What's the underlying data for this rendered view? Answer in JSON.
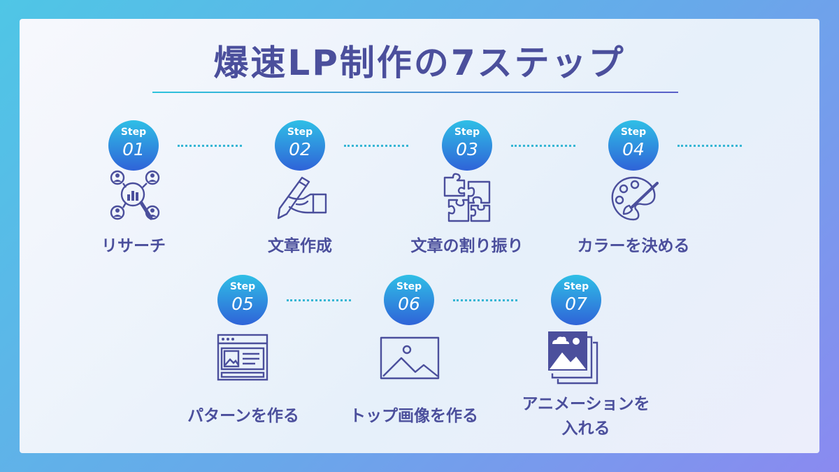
{
  "title": "爆速LP制作の7ステップ",
  "steps": [
    {
      "step_label": "Step",
      "number": "01",
      "label": "リサーチ",
      "icon": "research-magnifier-icon"
    },
    {
      "step_label": "Step",
      "number": "02",
      "label": "文章作成",
      "icon": "hand-pen-icon"
    },
    {
      "step_label": "Step",
      "number": "03",
      "label": "文章の割り振り",
      "icon": "puzzle-icon"
    },
    {
      "step_label": "Step",
      "number": "04",
      "label": "カラーを決める",
      "icon": "palette-icon"
    },
    {
      "step_label": "Step",
      "number": "05",
      "label": "パターンを作る",
      "icon": "web-layout-icon"
    },
    {
      "step_label": "Step",
      "number": "06",
      "label": "トップ画像を作る",
      "icon": "image-icon"
    },
    {
      "step_label": "Step",
      "number": "07",
      "label_line1": "アニメーションを",
      "label_line2": "入れる",
      "icon": "image-stack-icon"
    }
  ],
  "colors": {
    "accent": "#4b4f9c",
    "badge_top": "#2fbfe6",
    "badge_bottom": "#2f63d8",
    "dots": "#36b6d4"
  }
}
